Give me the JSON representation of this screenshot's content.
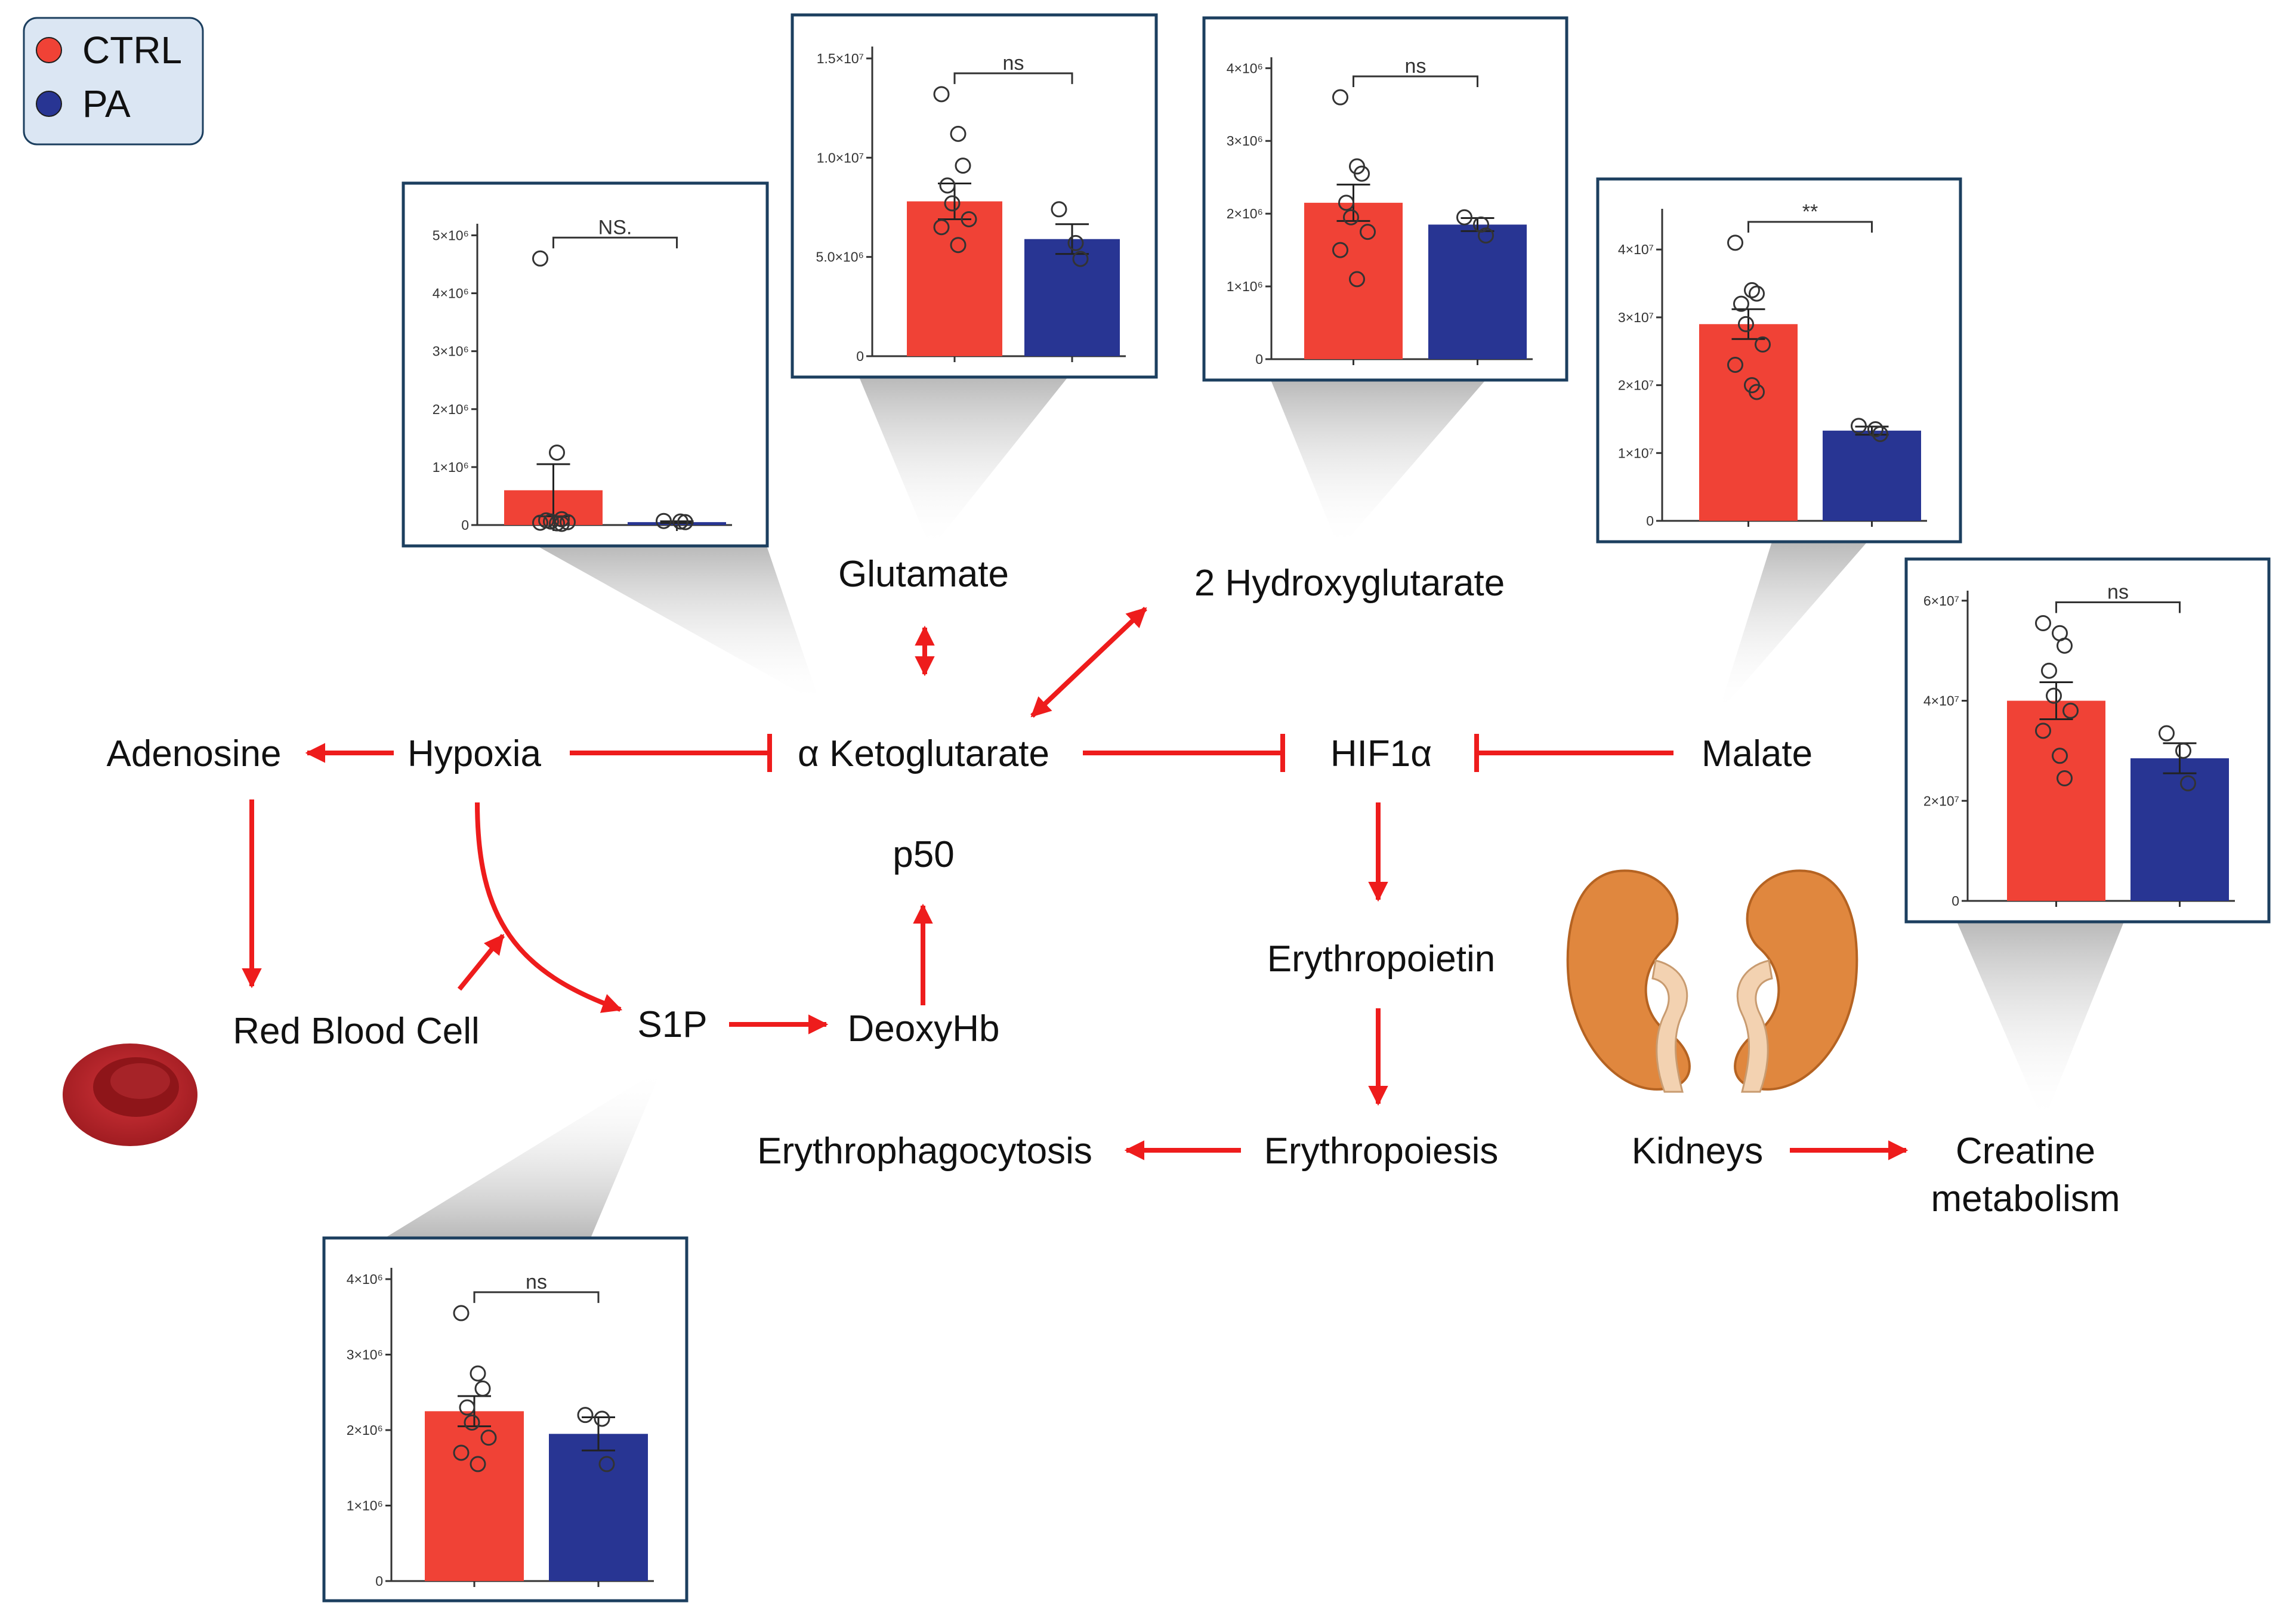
{
  "legend": {
    "items": [
      {
        "label": "CTRL",
        "color": "#f04236"
      },
      {
        "label": "PA",
        "color": "#283593"
      }
    ]
  },
  "colors": {
    "arrow": "#ee1c1c",
    "ctrl_bar": "#f04236",
    "pa_bar": "#283593",
    "panel_border": "#1c3f5f",
    "legend_bg": "#dbe6f3"
  },
  "nodes": {
    "adenosine": "Adenosine",
    "hypoxia": "Hypoxia",
    "akg": "α Ketoglutarate",
    "hif": "HIF1α",
    "malate": "Malate",
    "glutamate": "Glutamate",
    "hydroxy": "2 Hydroxyglutarate",
    "p50": "p50",
    "rbc": "Red Blood Cell",
    "s1p": "S1P",
    "deoxyhb": "DeoxyHb",
    "epo": "Erythropoietin",
    "erythropoiesis": "Erythropoiesis",
    "erythrophago": "Erythrophagocytosis",
    "kidneys": "Kidneys",
    "creatine": "Creatine",
    "creatine2": "metabolism"
  },
  "icons": [
    "red-blood-cell-icon",
    "kidneys-icon"
  ],
  "chart_data": [
    {
      "type": "bar",
      "metabolite": "α Ketoglutarate",
      "categories": [
        "CTRL",
        "PA"
      ],
      "values": [
        600000,
        50000
      ],
      "sem": [
        450000,
        15000
      ],
      "yticks": [
        {
          "label": "0",
          "v": 0
        },
        {
          "label": "1×10⁶",
          "v": 1000000
        },
        {
          "label": "2×10⁶",
          "v": 2000000
        },
        {
          "label": "3×10⁶",
          "v": 3000000
        },
        {
          "label": "4×10⁶",
          "v": 4000000
        },
        {
          "label": "5×10⁶",
          "v": 5000000
        }
      ],
      "ylim": [
        0,
        5200000
      ],
      "significance": "NS.",
      "points": [
        [
          4600000,
          1250000,
          100000,
          80000,
          60000,
          50000,
          40000,
          30000,
          20000
        ],
        [
          70000,
          60000,
          50000
        ]
      ]
    },
    {
      "type": "bar",
      "metabolite": "Glutamate",
      "categories": [
        "CTRL",
        "PA"
      ],
      "values": [
        7800000,
        5900000
      ],
      "sem": [
        900000,
        750000
      ],
      "yticks": [
        {
          "label": "0",
          "v": 0
        },
        {
          "label": "5.0×10⁶",
          "v": 5000000
        },
        {
          "label": "1.0×10⁷",
          "v": 10000000
        },
        {
          "label": "1.5×10⁷",
          "v": 15000000
        }
      ],
      "ylim": [
        0,
        15600000
      ],
      "significance": "ns",
      "points": [
        [
          13200000,
          11200000,
          9600000,
          8600000,
          7700000,
          6900000,
          6500000,
          5600000
        ],
        [
          7400000,
          5700000,
          4900000
        ]
      ]
    },
    {
      "type": "bar",
      "metabolite": "2 Hydroxyglutarate",
      "categories": [
        "CTRL",
        "PA"
      ],
      "values": [
        2150000,
        1850000
      ],
      "sem": [
        250000,
        90000
      ],
      "yticks": [
        {
          "label": "0",
          "v": 0
        },
        {
          "label": "1×10⁶",
          "v": 1000000
        },
        {
          "label": "2×10⁶",
          "v": 2000000
        },
        {
          "label": "3×10⁶",
          "v": 3000000
        },
        {
          "label": "4×10⁶",
          "v": 4000000
        }
      ],
      "ylim": [
        0,
        4150000
      ],
      "significance": "ns",
      "points": [
        [
          3600000,
          2650000,
          2550000,
          2150000,
          1950000,
          1750000,
          1500000,
          1100000
        ],
        [
          1950000,
          1850000,
          1700000
        ]
      ]
    },
    {
      "type": "bar",
      "metabolite": "Malate",
      "categories": [
        "CTRL",
        "PA"
      ],
      "values": [
        29000000,
        13300000
      ],
      "sem": [
        2200000,
        600000
      ],
      "yticks": [
        {
          "label": "0",
          "v": 0
        },
        {
          "label": "1×10⁷",
          "v": 10000000
        },
        {
          "label": "2×10⁷",
          "v": 20000000
        },
        {
          "label": "3×10⁷",
          "v": 30000000
        },
        {
          "label": "4×10⁷",
          "v": 40000000
        }
      ],
      "ylim": [
        0,
        46000000
      ],
      "significance": "**",
      "points": [
        [
          41000000,
          34000000,
          33500000,
          32000000,
          29000000,
          26000000,
          23000000,
          20000000,
          19000000
        ],
        [
          14000000,
          13500000,
          12800000
        ]
      ]
    },
    {
      "type": "bar",
      "metabolite": "Creatine",
      "categories": [
        "CTRL",
        "PA"
      ],
      "values": [
        40000000,
        28500000
      ],
      "sem": [
        3700000,
        3000000
      ],
      "yticks": [
        {
          "label": "0",
          "v": 0
        },
        {
          "label": "2×10⁷",
          "v": 20000000
        },
        {
          "label": "4×10⁷",
          "v": 40000000
        },
        {
          "label": "6×10⁷",
          "v": 60000000
        }
      ],
      "ylim": [
        0,
        62000000
      ],
      "significance": "ns",
      "points": [
        [
          55500000,
          53500000,
          51000000,
          46000000,
          41000000,
          38000000,
          34000000,
          29000000,
          24500000
        ],
        [
          33500000,
          30000000,
          23500000
        ]
      ]
    },
    {
      "type": "bar",
      "metabolite": "S1P",
      "categories": [
        "CTRL",
        "PA"
      ],
      "values": [
        2250000,
        1950000
      ],
      "sem": [
        200000,
        220000
      ],
      "yticks": [
        {
          "label": "0",
          "v": 0
        },
        {
          "label": "1×10⁶",
          "v": 1000000
        },
        {
          "label": "2×10⁶",
          "v": 2000000
        },
        {
          "label": "3×10⁶",
          "v": 3000000
        },
        {
          "label": "4×10⁶",
          "v": 4000000
        }
      ],
      "ylim": [
        0,
        4150000
      ],
      "significance": "ns",
      "points": [
        [
          3550000,
          2750000,
          2550000,
          2300000,
          2100000,
          1900000,
          1700000,
          1550000
        ],
        [
          2200000,
          2150000,
          1550000
        ]
      ]
    }
  ]
}
